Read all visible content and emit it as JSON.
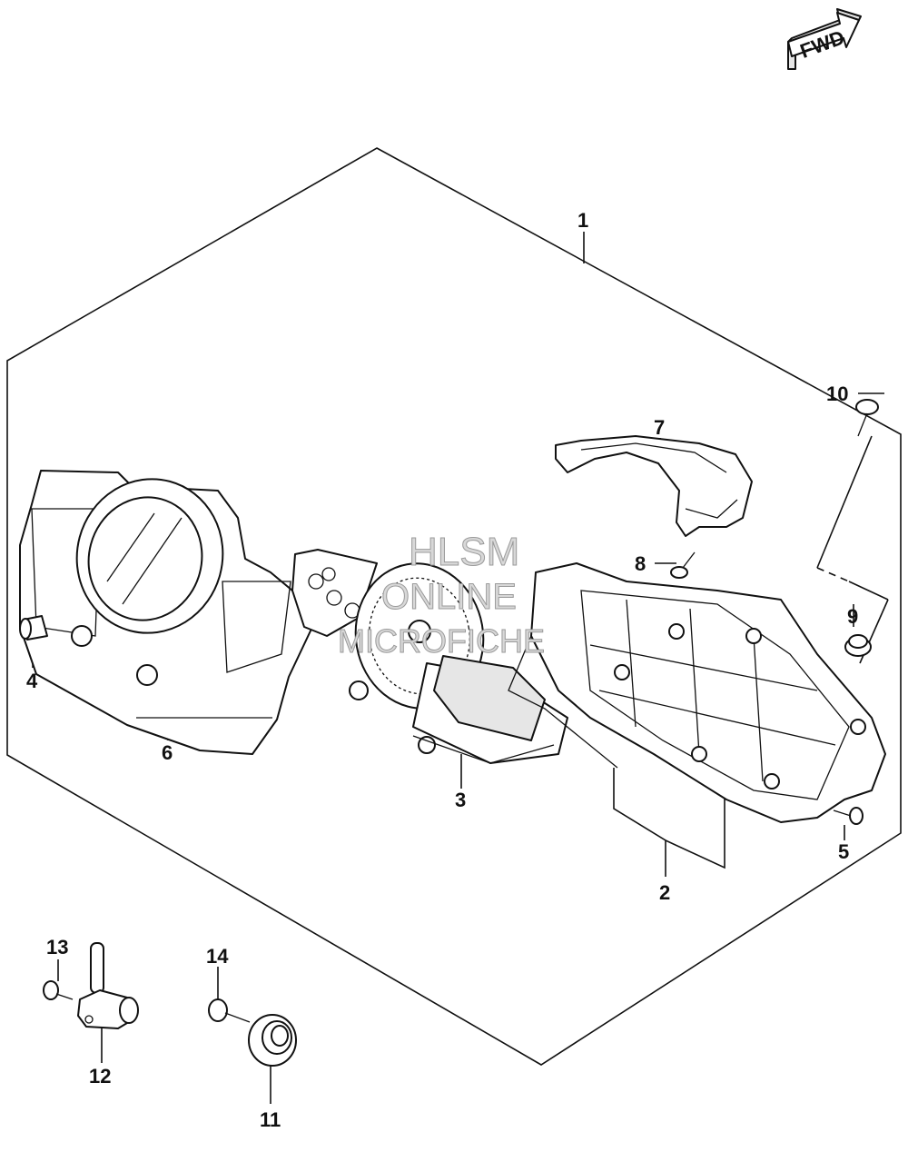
{
  "fwd": {
    "text": "FWD"
  },
  "labels": {
    "p1": "1",
    "p2": "2",
    "p3": "3",
    "p4": "4",
    "p5": "5",
    "p6": "6",
    "p7": "7",
    "p8": "8",
    "p9": "9",
    "p10": "10",
    "p11": "11",
    "p12": "12",
    "p13": "13",
    "p14": "14"
  },
  "watermark": {
    "line1": "HLSM",
    "line2": "ONLINE",
    "line3": "MICROFICHE"
  }
}
